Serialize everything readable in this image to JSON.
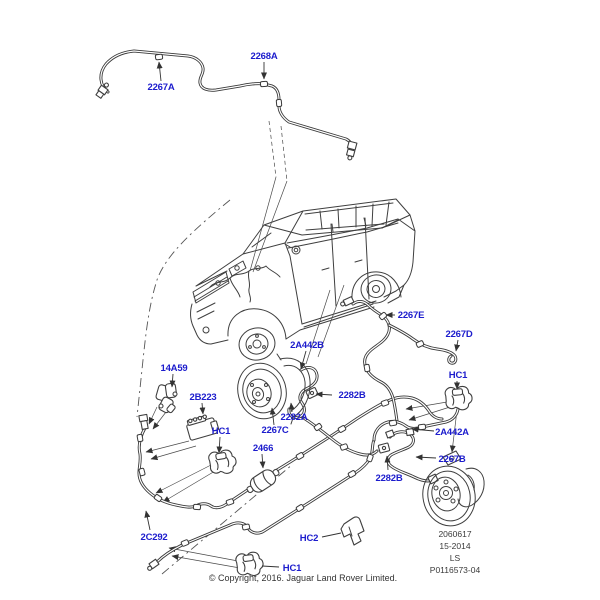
{
  "diagram": {
    "title_hint": "Brake pipes parts diagram",
    "label_color": "#1c1ccd",
    "line_color": "#3f3f3f",
    "labels": [
      {
        "id": "callout-2267a",
        "text": "2267A"
      },
      {
        "id": "callout-2268a",
        "text": "2268A"
      },
      {
        "id": "callout-2267e",
        "text": "2267E"
      },
      {
        "id": "callout-2267d",
        "text": "2267D"
      },
      {
        "id": "callout-hc1-right",
        "text": "HC1"
      },
      {
        "id": "callout-2a442b",
        "text": "2A442B"
      },
      {
        "id": "callout-2282b-mid",
        "text": "2282B"
      },
      {
        "id": "callout-2282a",
        "text": "2282A"
      },
      {
        "id": "callout-2267c",
        "text": "2267C"
      },
      {
        "id": "callout-14a59",
        "text": "14A59"
      },
      {
        "id": "callout-2b223",
        "text": "2B223"
      },
      {
        "id": "callout-hc1-left",
        "text": "HC1"
      },
      {
        "id": "callout-2466",
        "text": "2466"
      },
      {
        "id": "callout-2a442a",
        "text": "2A442A"
      },
      {
        "id": "callout-2267b",
        "text": "2267B"
      },
      {
        "id": "callout-2282b-rear",
        "text": "2282B"
      },
      {
        "id": "callout-2c292",
        "text": "2C292"
      },
      {
        "id": "callout-hc2",
        "text": "HC2"
      },
      {
        "id": "callout-hc1-bottom",
        "text": "HC1"
      }
    ],
    "info_block": {
      "lines": [
        "2060617",
        "15-2014",
        "LS",
        "P0116573-04"
      ]
    },
    "footer": {
      "copyright": "© Copyright, 2016. Jaguar Land Rover Limited."
    }
  }
}
